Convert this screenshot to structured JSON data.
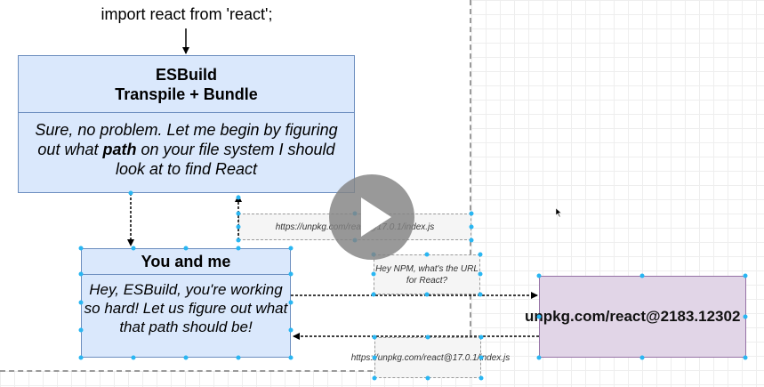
{
  "import_text": "import react from 'react';",
  "esbuild": {
    "title_line1": "ESBuild",
    "title_line2": "Transpile + Bundle",
    "body_before": "Sure, no problem. Let me begin by figuring out what ",
    "body_bold": "path",
    "body_after": " on your file system I should look at to find React"
  },
  "you_and_me": {
    "title": "You and me",
    "body": "Hey, ESBuild, you're working so hard! Let us figure out what that path should be!"
  },
  "labels": {
    "url_top": "https://unpkg.com/react@17.0.1/index.js",
    "npm_question": "Hey NPM, what's the URL for React?",
    "url_bottom": "https://unpkg.com/react@17.0.1/index.js"
  },
  "unpkg": {
    "text": "unpkg.com/react@2183.12302"
  },
  "colors": {
    "box_fill": "#dae8fc",
    "box_stroke": "#6c8ebf",
    "unpkg_fill": "#e1d5e7",
    "unpkg_stroke": "#9673a6",
    "handle": "#29b6f2"
  },
  "icons": [
    "play-icon",
    "cursor-icon"
  ]
}
